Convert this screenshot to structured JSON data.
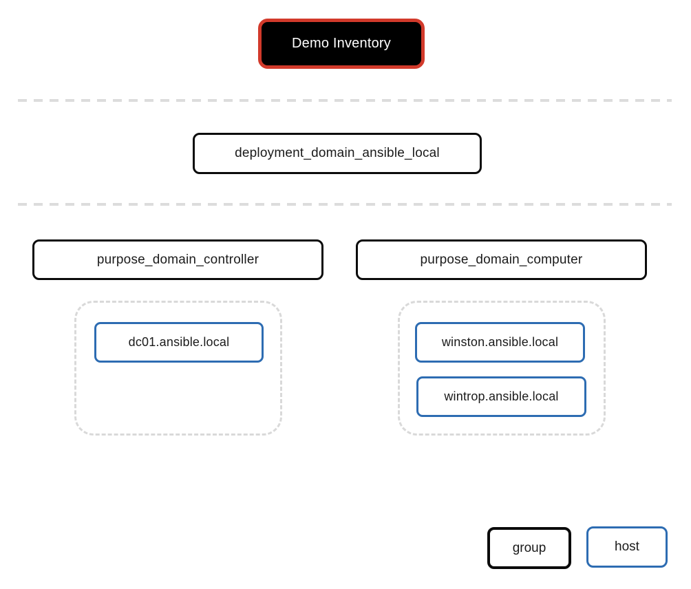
{
  "diagram": {
    "inventory_label": "Demo Inventory",
    "deployment_group_label": "deployment_domain_ansible_local",
    "controller_group_label": "purpose_domain_controller",
    "computer_group_label": "purpose_domain_computer",
    "controller_hosts": [
      "dc01.ansible.local"
    ],
    "computer_hosts": [
      "winston.ansible.local",
      "wintrop.ansible.local"
    ],
    "legend": {
      "group_label": "group",
      "host_label": "host"
    },
    "colors": {
      "inventory_border": "#d23a2b",
      "inventory_bg": "#000000",
      "inventory_text": "#ffffff",
      "group_border": "#0b0b0b",
      "host_border": "#2d6cb2",
      "dashed_gray": "#d9d9d9"
    }
  }
}
